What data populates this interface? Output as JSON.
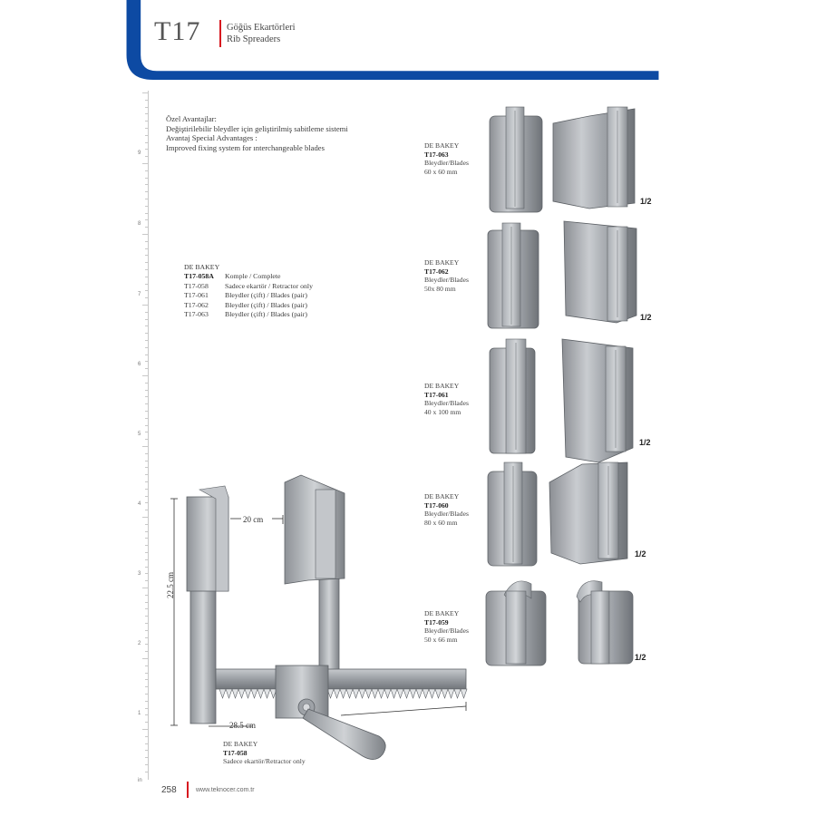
{
  "header": {
    "code": "T17",
    "subtitle_tr": "Göğüs Ekartörleri",
    "subtitle_en": "Rib Spreaders",
    "accent_color": "#0d4aa3",
    "separator_color": "#d71920"
  },
  "ruler": {
    "labels": [
      "9",
      "8",
      "7",
      "6",
      "5",
      "4",
      "3",
      "2",
      "1",
      "in"
    ]
  },
  "advantages": {
    "line1": "Özel Avantajlar:",
    "line2": "Değiştirilebilir bleydler için geliştirilmiş sabitleme sistemi",
    "line3": "Avantaj Special Advantages :",
    "line4": "Improved fixing system for ınterchangeable blades"
  },
  "item_table": {
    "title": "DE BAKEY",
    "rows": [
      {
        "code": "T17-058A",
        "desc": "Komple / Complete"
      },
      {
        "code": "T17-058",
        "desc": "Sadece ekartör / Retractor only"
      },
      {
        "code": "T17-061",
        "desc": "Bleydler (çift) / Blades (pair)"
      },
      {
        "code": "T17-062",
        "desc": "Bleydler (çift) / Blades (pair)"
      },
      {
        "code": "T17-063",
        "desc": "Bleydler (çift) / Blades (pair)"
      }
    ]
  },
  "blades": [
    {
      "name": "DE BAKEY",
      "code": "T17-063",
      "label": "Bleydler/Blades",
      "size": "60 x 60 mm",
      "scale": "1/2"
    },
    {
      "name": "DE BAKEY",
      "code": "T17-062",
      "label": "Bleydler/Blades",
      "size": "50x 80 mm",
      "scale": "1/2"
    },
    {
      "name": "DE BAKEY",
      "code": "T17-061",
      "label": "Bleydler/Blades",
      "size": "40 x 100 mm",
      "scale": "1/2"
    },
    {
      "name": "DE BAKEY",
      "code": "T17-060",
      "label": "Bleydler/Blades",
      "size": "80 x 60 mm",
      "scale": "1/2"
    },
    {
      "name": "DE BAKEY",
      "code": "T17-059",
      "label": "Bleydler/Blades",
      "size": "50 x 66 mm",
      "scale": "1/2"
    }
  ],
  "retractor": {
    "dim_width": "20 cm",
    "dim_height": "22.5 cm",
    "dim_spread": "28.5 cm",
    "name": "DE BAKEY",
    "code": "T17-058",
    "desc": "Sadece ekartör/Retractor only"
  },
  "footer": {
    "page": "258",
    "url": "www.teknocer.com.tr"
  }
}
